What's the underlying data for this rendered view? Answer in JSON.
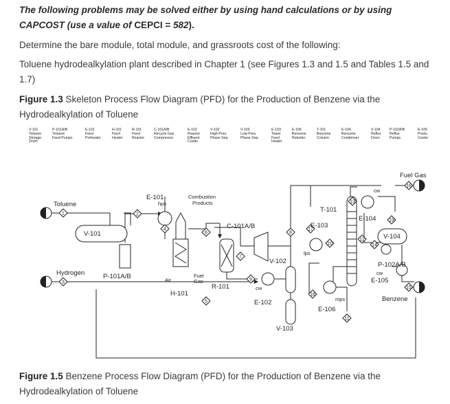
{
  "intro": {
    "line1": "The following problems may be solved either by using hand calculations or by using",
    "line2_a": "CAPCOST",
    "line2_b": " (use a value of ",
    "line2_c": "CEPCI = ",
    "line2_d": "582",
    "line2_e": ")."
  },
  "question": "Determine the bare module, total module, and grassroots cost of the following:",
  "problem": "Toluene hydrodealkylation plant described in Chapter 1 (see Figures 1.3 and 1.5 and Tables 1.5 and 1.7)",
  "figure3": {
    "label": "Figure 1.3",
    "caption": " Skeleton Process Flow Diagram (PFD) for the Production of Benzene via the Hydrodealkylation of Toluene"
  },
  "legend": [
    {
      "tag": "V-101",
      "desc": "Toluene\nStorage\nDrum"
    },
    {
      "tag": "P-101A/B",
      "desc": "Toluene\nFeed Pumps"
    },
    {
      "tag": "E-101",
      "desc": "Feed\nPreheater"
    },
    {
      "tag": "H-101",
      "desc": "Feed\nHeater"
    },
    {
      "tag": "R-101",
      "desc": "Feed\nReactor"
    },
    {
      "tag": "C-101A/B",
      "desc": "Recycle Gas\nCompressor"
    },
    {
      "tag": "E-102",
      "desc": "Reactor\nEffluent\nCooler"
    },
    {
      "tag": "V-102",
      "desc": "High-Pres.\nPhase Sep."
    },
    {
      "tag": "V-103",
      "desc": "Low-Pres.\nPhase Sep."
    },
    {
      "tag": "E-103",
      "desc": "Tower\nFeed\nHeater"
    },
    {
      "tag": "E-106",
      "desc": "Benzene\nReboiler"
    },
    {
      "tag": "T-101",
      "desc": "Benzene\nColumn"
    },
    {
      "tag": "E-104",
      "desc": "Benzene\nCondenser"
    },
    {
      "tag": "V-104",
      "desc": "Reflux\nDrum"
    },
    {
      "tag": "P-102A/B",
      "desc": "Reflux\nPumps"
    },
    {
      "tag": "E-105",
      "desc": "Produ\nCooler"
    }
  ],
  "diagram": {
    "labels": {
      "toluene": "Toluene",
      "hydrogen": "Hydrogen",
      "fuel_gas_out": "Fuel Gas",
      "benzene": "Benzene",
      "v101": "V-101",
      "p101": "P-101A/B",
      "e101": "E-101",
      "hps": "hps",
      "combustion": "Combustion",
      "products": "Products",
      "air": "Air",
      "fuel": "Fuel",
      "gas": "Gas",
      "h101": "H-101",
      "c101": "C-101A/B",
      "r101": "R-101",
      "cw1": "cw",
      "e102": "E-102",
      "v102": "V-102",
      "v103": "V-103",
      "t101": "T-101",
      "e103": "E-103",
      "lps": "lps",
      "e106": "E-106",
      "mps": "mps",
      "e104": "E-104",
      "cw2": "cw",
      "v104": "V-104",
      "p102": "P-102A/B",
      "cw3": "cw",
      "e105": "E-105"
    },
    "streams": [
      "1",
      "2",
      "3",
      "4",
      "5",
      "6",
      "7",
      "8",
      "9",
      "10",
      "11",
      "12",
      "13",
      "14",
      "15",
      "16",
      "17",
      "18",
      "19"
    ]
  },
  "figure5": {
    "label": "Figure 1.5",
    "caption": " Benzene Process Flow Diagram (PFD) for the Production of Benzene via the Hydrodealkylation of Toluene"
  }
}
